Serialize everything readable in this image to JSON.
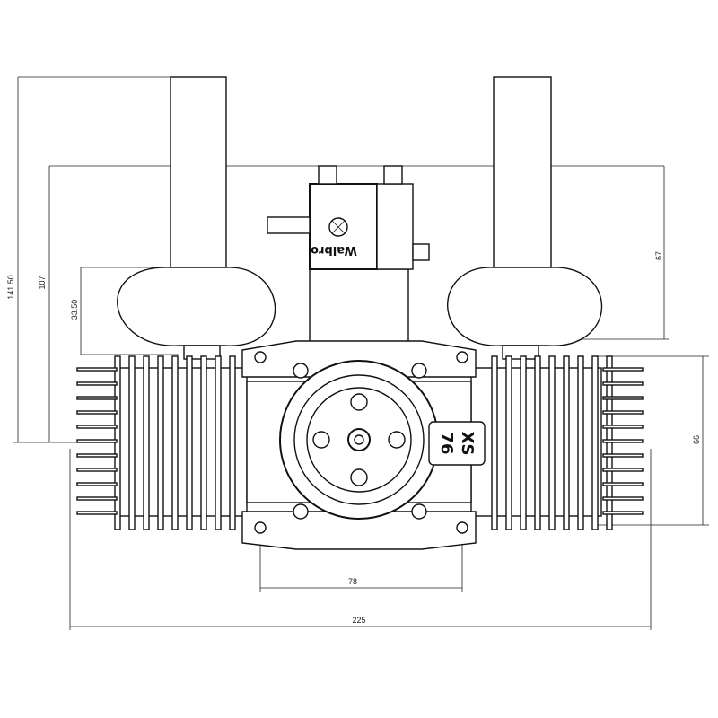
{
  "title": "Twin cylinder engine dimension drawing",
  "dimensions": {
    "overall_height": "141.50",
    "prop_hub_height": "107",
    "muffler_offset": "33.50",
    "carb_to_mount": "67",
    "mount_height": "66",
    "mount_spacing": "78",
    "overall_width": "225"
  },
  "labels": {
    "carburetor_brand": "Walbro",
    "engine_model": "76",
    "engine_brand": "XS"
  }
}
